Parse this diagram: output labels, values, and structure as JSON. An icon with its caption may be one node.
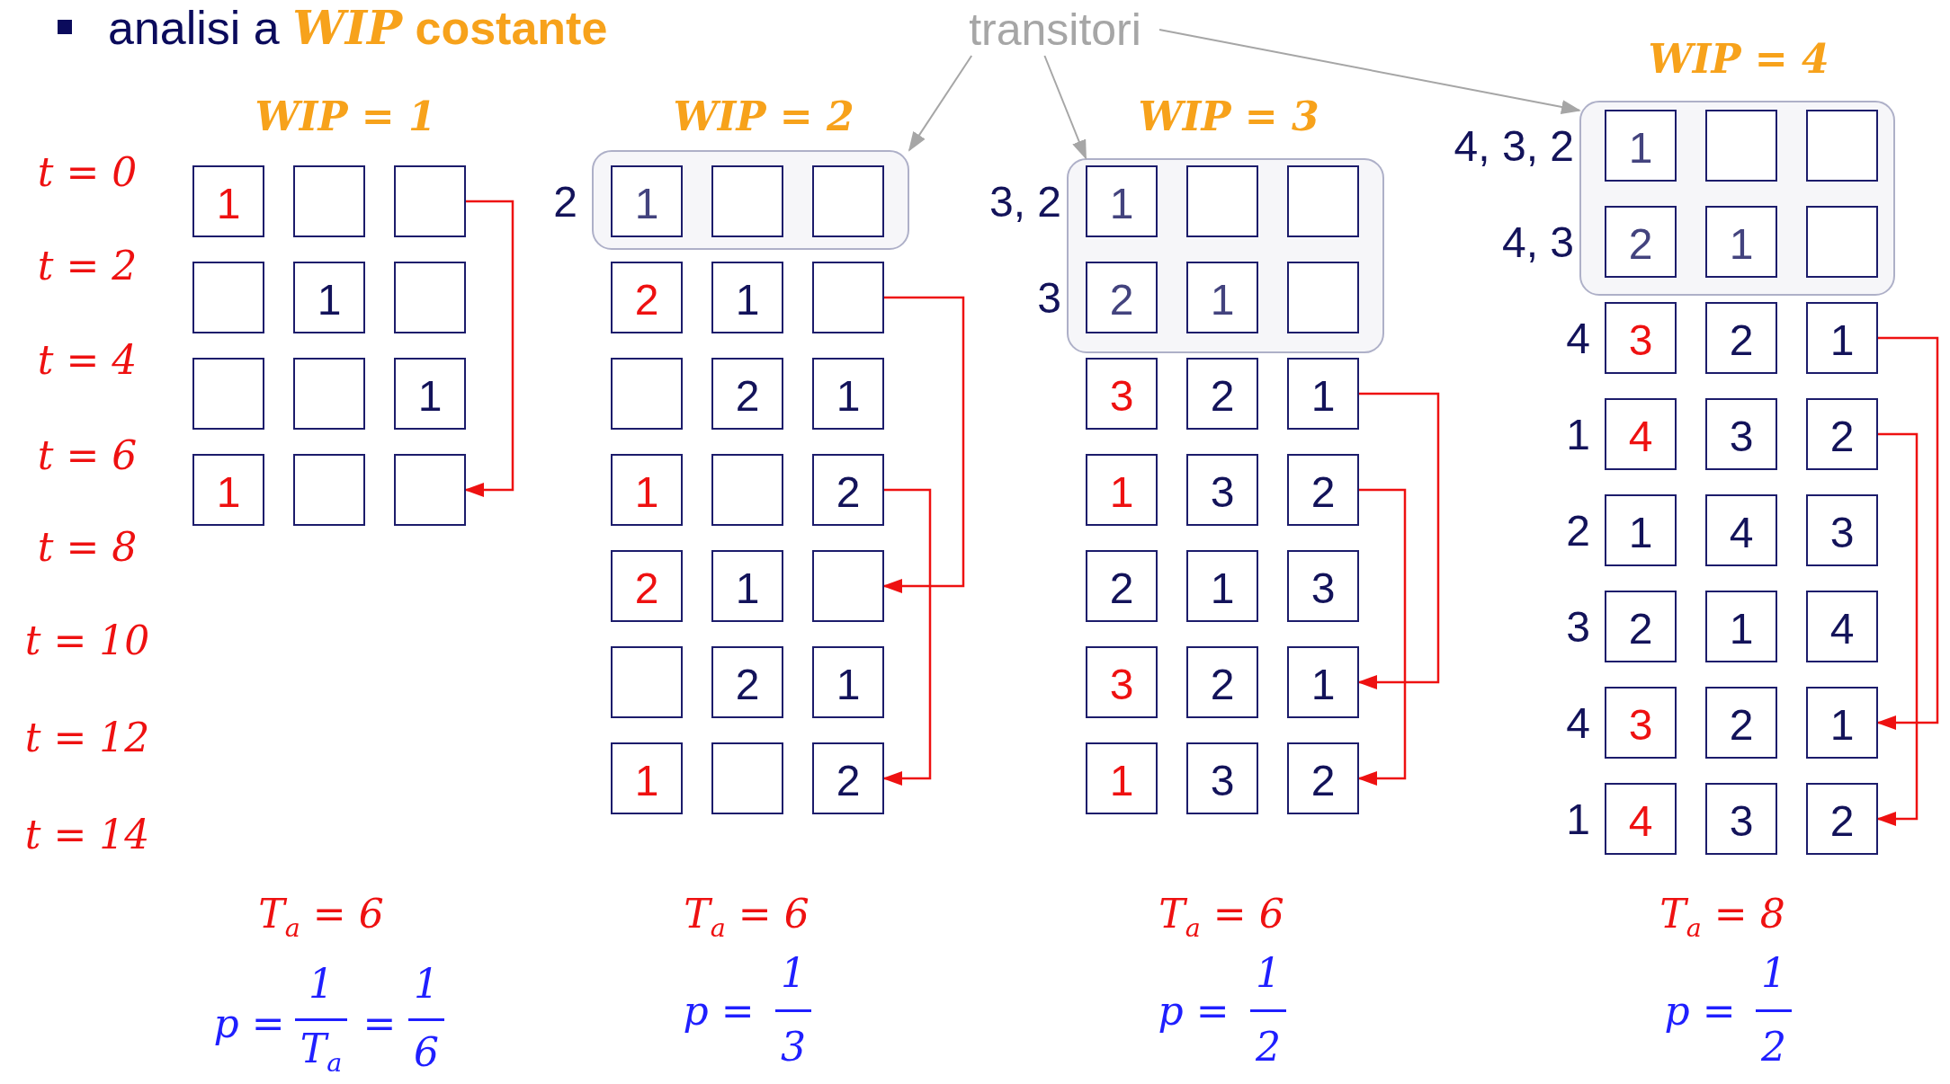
{
  "diagram": {
    "title": "analisi a *WIP* **costante**",
    "nodes": [
      {
        "text": [
          "transitori"
        ]
      },
      {
        "text": [
          "1"
        ]
      },
      {
        "text": [],
        "shape": "box"
      },
      {
        "text": [],
        "shape": "box"
      },
      {
        "text": [],
        "shape": "box"
      },
      {
        "text": [
          "1"
        ]
      },
      {
        "text": [],
        "shape": "box"
      },
      {
        "text": [],
        "shape": "box"
      },
      {
        "text": [],
        "shape": "box"
      },
      {
        "text": [
          "1"
        ]
      },
      {
        "text": [
          "1"
        ]
      },
      {
        "text": [],
        "shape": "box"
      },
      {
        "text": [],
        "shape": "box"
      },
      {
        "text": [],
        "shape": "box"
      },
      {
        "text": [
          "1"
        ],
        "in": 13
      },
      {
        "text": [],
        "shape": "box",
        "in": 13
      },
      {
        "text": [],
        "shape": "box",
        "in": 13
      },
      {
        "text": [
          "2"
        ]
      },
      {
        "text": [
          "1"
        ]
      },
      {
        "text": [],
        "shape": "box"
      },
      {
        "text": [],
        "shape": "box"
      },
      {
        "text": [
          "2"
        ]
      },
      {
        "text": [
          "1"
        ]
      },
      {
        "text": [
          "1"
        ]
      },
      {
        "text": [],
        "shape": "box"
      },
      {
        "text": [
          "2"
        ]
      },
      {
        "text": [
          "2"
        ]
      },
      {
        "text": [
          "1"
        ]
      },
      {
        "text": [],
        "shape": "box"
      },
      {
        "text": [],
        "shape": "box"
      },
      {
        "text": [
          "2"
        ]
      },
      {
        "text": [
          "1"
        ]
      },
      {
        "text": [
          "1"
        ]
      },
      {
        "text": [],
        "shape": "box"
      },
      {
        "text": [
          "2"
        ]
      },
      {
        "text": [],
        "shape": "box"
      },
      {
        "text": [
          "1"
        ],
        "in": 35
      },
      {
        "text": [],
        "shape": "box",
        "in": 35
      },
      {
        "text": [],
        "shape": "box",
        "in": 35
      },
      {
        "text": [
          "2"
        ],
        "in": 35
      },
      {
        "text": [
          "1"
        ],
        "in": 35
      },
      {
        "text": [],
        "shape": "box",
        "in": 35
      },
      {
        "text": [
          "3"
        ]
      },
      {
        "text": [
          "2"
        ]
      },
      {
        "text": [
          "1"
        ]
      },
      {
        "text": [
          "1"
        ]
      },
      {
        "text": [
          "3"
        ]
      },
      {
        "text": [
          "2"
        ]
      },
      {
        "text": [
          "2"
        ]
      },
      {
        "text": [
          "1"
        ]
      },
      {
        "text": [
          "3"
        ]
      },
      {
        "text": [
          "3"
        ]
      },
      {
        "text": [
          "2"
        ]
      },
      {
        "text": [
          "1"
        ]
      },
      {
        "text": [
          "1"
        ]
      },
      {
        "text": [
          "3"
        ]
      },
      {
        "text": [
          "2"
        ]
      },
      {
        "text": [],
        "shape": "box"
      },
      {
        "text": [
          "1"
        ],
        "in": 57
      },
      {
        "text": [],
        "shape": "box",
        "in": 57
      },
      {
        "text": [],
        "shape": "box",
        "in": 57
      },
      {
        "text": [
          "2"
        ],
        "in": 57
      },
      {
        "text": [
          "1"
        ],
        "in": 57
      },
      {
        "text": [],
        "shape": "box",
        "in": 57
      },
      {
        "text": [
          "3"
        ]
      },
      {
        "text": [
          "2"
        ]
      },
      {
        "text": [
          "1"
        ]
      },
      {
        "text": [
          "4"
        ]
      },
      {
        "text": [
          "3"
        ]
      },
      {
        "text": [
          "2"
        ]
      },
      {
        "text": [
          "1"
        ]
      },
      {
        "text": [
          "4"
        ]
      },
      {
        "text": [
          "3"
        ]
      },
      {
        "text": [
          "2"
        ]
      },
      {
        "text": [
          "1"
        ]
      },
      {
        "text": [
          "4"
        ]
      },
      {
        "text": [
          "3"
        ]
      },
      {
        "text": [
          "2"
        ]
      },
      {
        "text": [
          "1"
        ]
      },
      {
        "text": [
          "4"
        ]
      },
      {
        "text": [
          "3"
        ]
      },
      {
        "text": [
          "2"
        ]
      }
    ],
    "edges": [
      {
        "from": 3,
        "to": 12,
        "arrow": "to"
      },
      {
        "from": 19,
        "to": 28,
        "arrow": "to"
      },
      {
        "from": 25,
        "to": 34,
        "arrow": "to"
      },
      {
        "from": 44,
        "to": 53,
        "arrow": "to"
      },
      {
        "from": 47,
        "to": 56,
        "arrow": "to"
      },
      {
        "from": 66,
        "to": 78,
        "arrow": "to"
      },
      {
        "from": 69,
        "to": 81,
        "arrow": "to"
      },
      {
        "from": 0,
        "to": 13,
        "arrow": "to",
        "color": "#a6a6a6"
      },
      {
        "from": 0,
        "to": 35,
        "arrow": "to",
        "color": "#a6a6a6"
      },
      {
        "from": 0,
        "to": 57,
        "arrow": "to",
        "color": "#a6a6a6"
      }
    ],
    "labels": [
      "t = 0",
      "t = 2",
      "t = 4",
      "t = 6",
      "t = 8",
      "t = 10",
      "t = 12",
      "t = 14",
      "WIP = 1",
      "WIP = 2",
      "WIP = 3",
      "WIP = 4",
      "2",
      "3, 2",
      "3",
      "4, 3, 2",
      "4, 3",
      "4",
      "1",
      "2",
      "3",
      "4",
      "1",
      "T$_{a}$ = 6",
      "T$_{a}$ = 6",
      "T$_{a}$ = 6",
      "T$_{a}$ = 8",
      "p =",
      "1",
      "T$_{a}$",
      "=",
      "1",
      "6",
      "p =",
      "1",
      "3",
      "p =",
      "1",
      "2",
      "p =",
      "1",
      "2"
    ]
  }
}
